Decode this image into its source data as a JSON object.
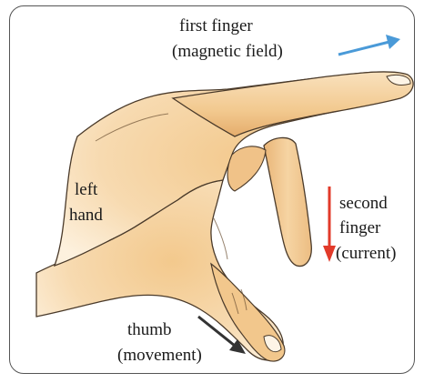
{
  "labels": {
    "first_finger_line1": "first finger",
    "first_finger_line2": "(magnetic field)",
    "left_hand_line1": "left",
    "left_hand_line2": "hand",
    "second_finger_line1": "second",
    "second_finger_line2": "finger",
    "second_finger_line3": "(current)",
    "thumb_line1": "thumb",
    "thumb_line2": "(movement)"
  },
  "colors": {
    "field_arrow": "#4a9ad8",
    "current_arrow": "#e23a2a",
    "movement_arrow": "#333333",
    "skin_light": "#fbe6c4",
    "skin_mid": "#f3c98d",
    "skin_dark": "#e2a765",
    "outline": "#4a3a2a"
  }
}
